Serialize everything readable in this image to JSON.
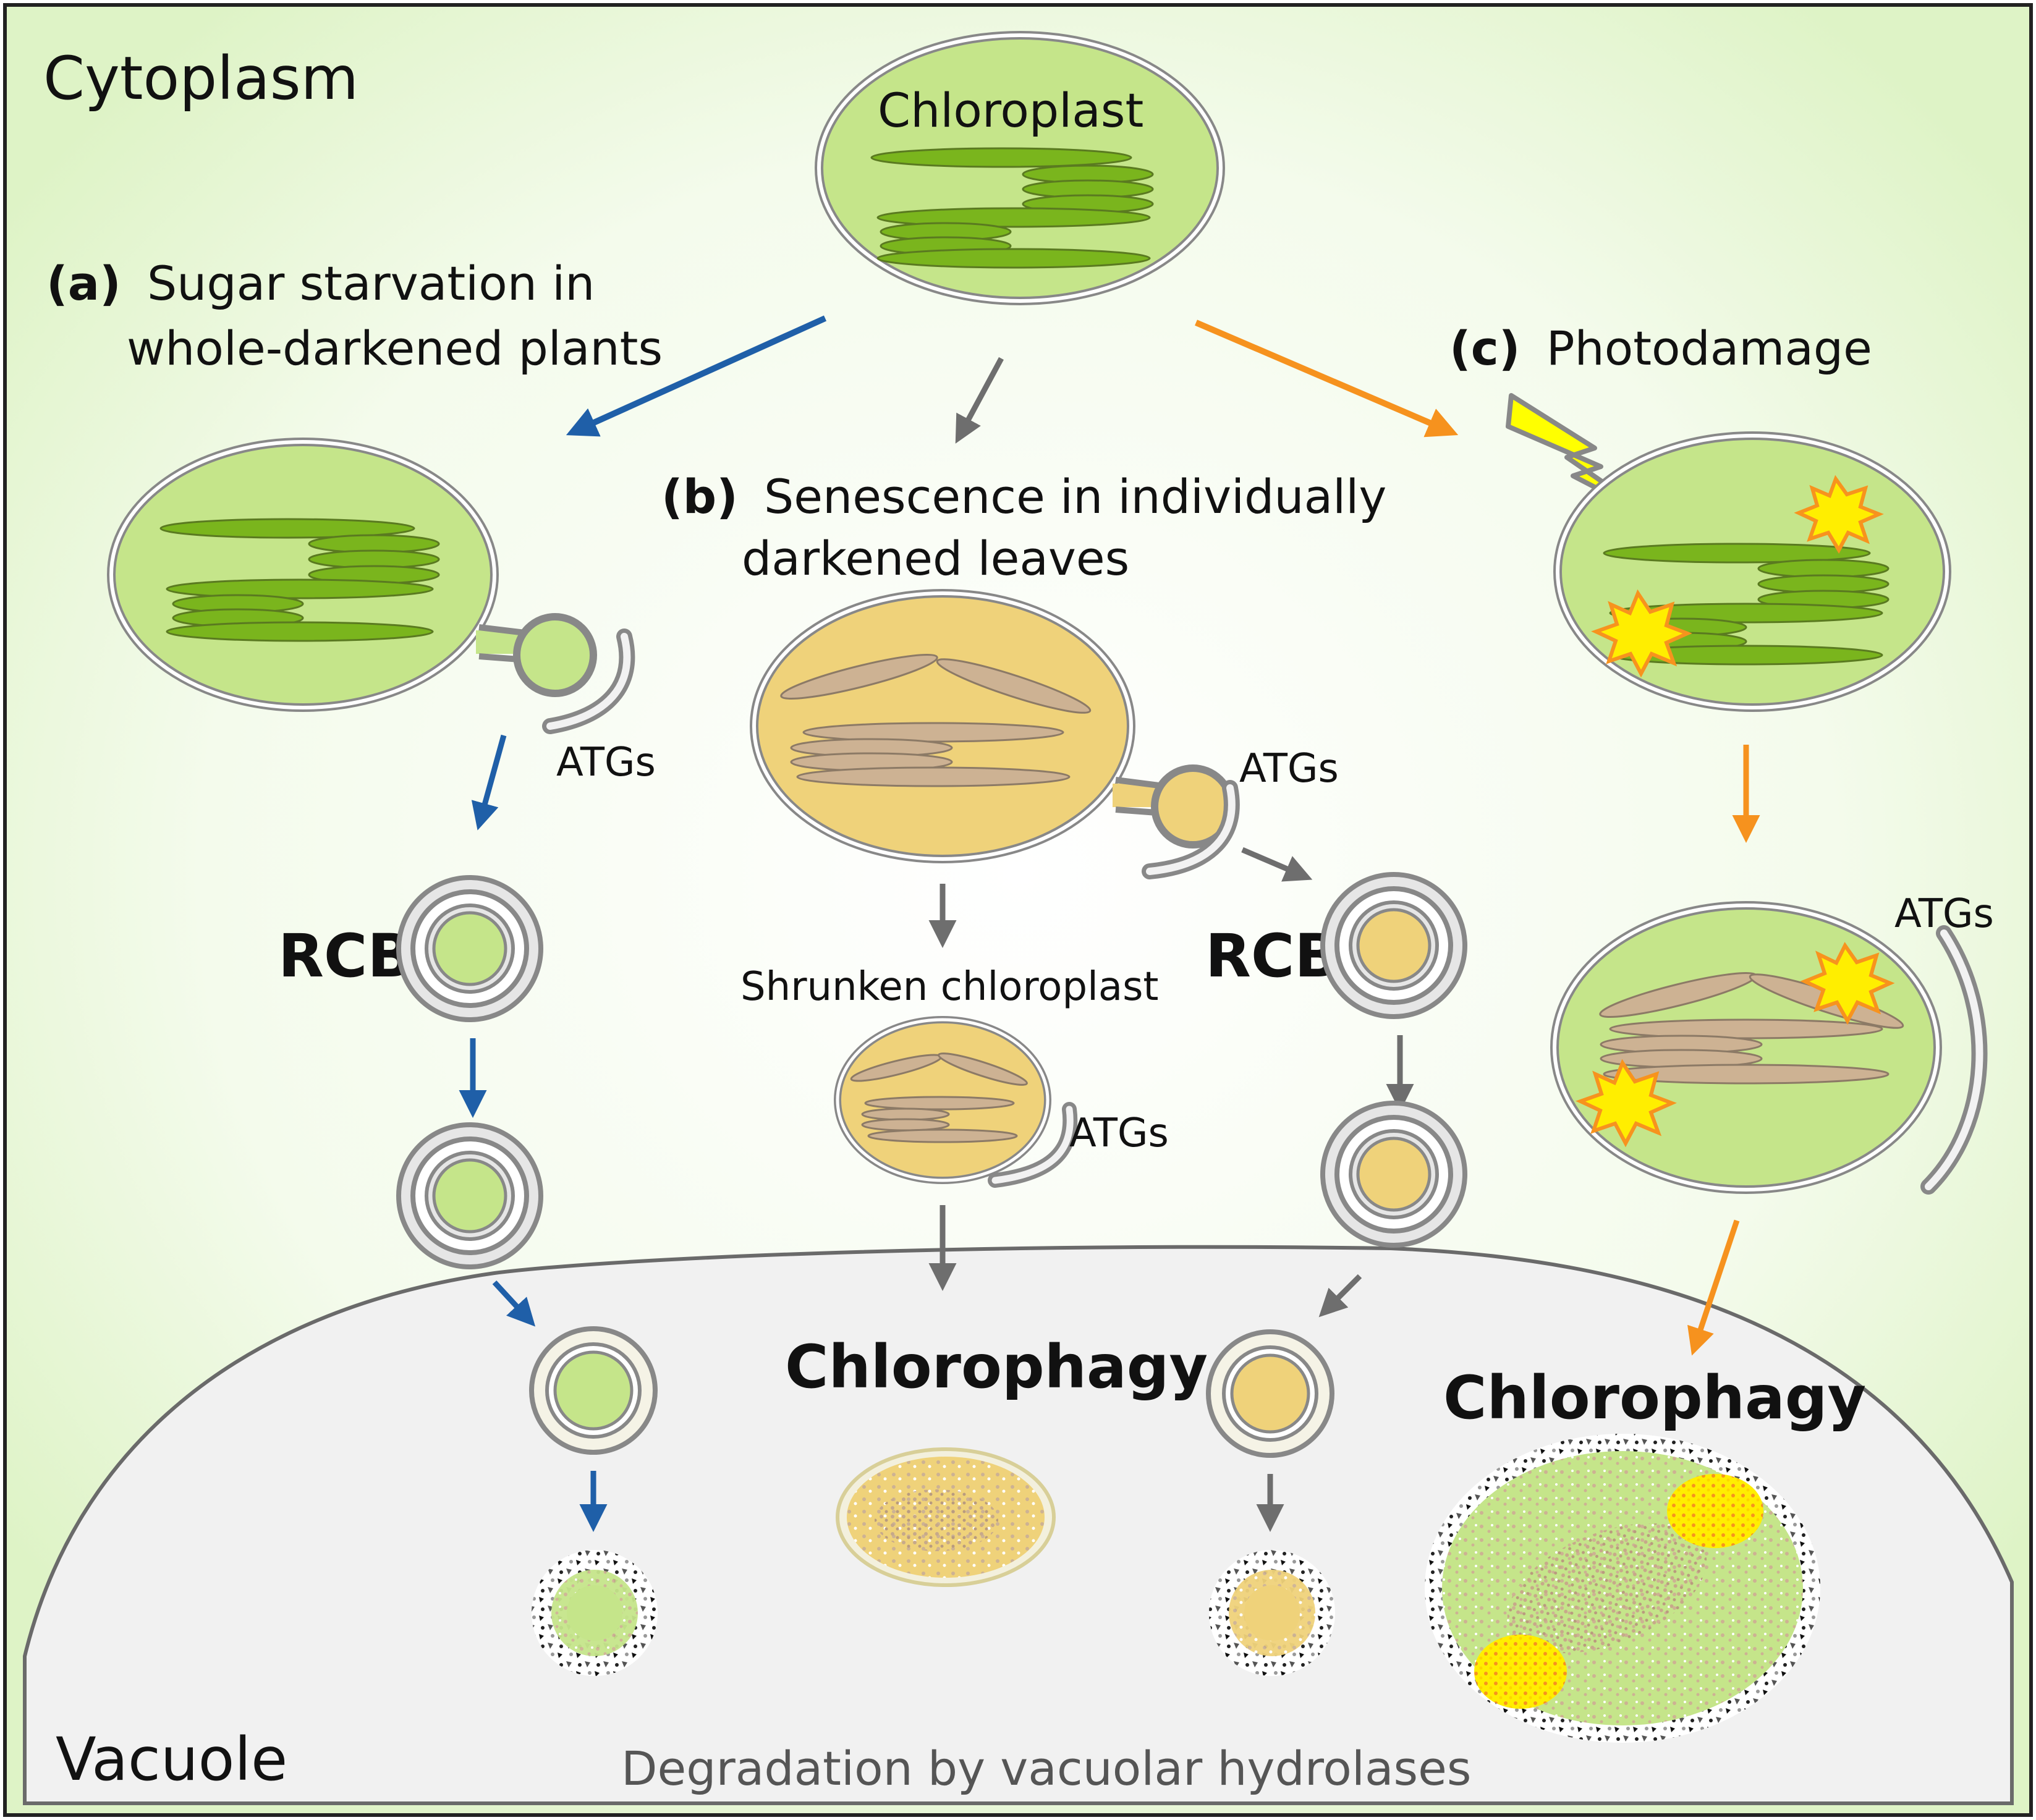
{
  "labels": {
    "cytoplasm": "Cytoplasm",
    "vacuole": "Vacuole",
    "chloroplast": "Chloroplast",
    "a_tag": "(a)",
    "a_line1": "Sugar starvation in",
    "a_line2": "whole-darkened plants",
    "b_tag": "(b)",
    "b_line1": "Senescence in individually",
    "b_line2": "darkened leaves",
    "c_tag": "(c)",
    "c_text": "Photodamage",
    "atgs": "ATGs",
    "rcb": "RCB",
    "shrunken": "Shrunken chloroplast",
    "chlorophagy": "Chlorophagy",
    "degradation": "Degradation by vacuolar hydrolases"
  },
  "colors": {
    "green_fill": "#c5e58a",
    "thylakoid_green": "#7ab51d",
    "yellow_fill": "#efd27a",
    "thylakoid_brown": "#cdb293",
    "blue_arrow": "#1f5fa8",
    "gray_arrow": "#6e6e6e",
    "orange_arrow": "#f6921e",
    "lightning": "#ffff00",
    "burst_yellow": "#ffee00",
    "burst_orange": "#f7931e",
    "vacuole_fill": "#f1f1f1",
    "background_center": "#ffffff",
    "background_edge": "#e3f5cf"
  }
}
